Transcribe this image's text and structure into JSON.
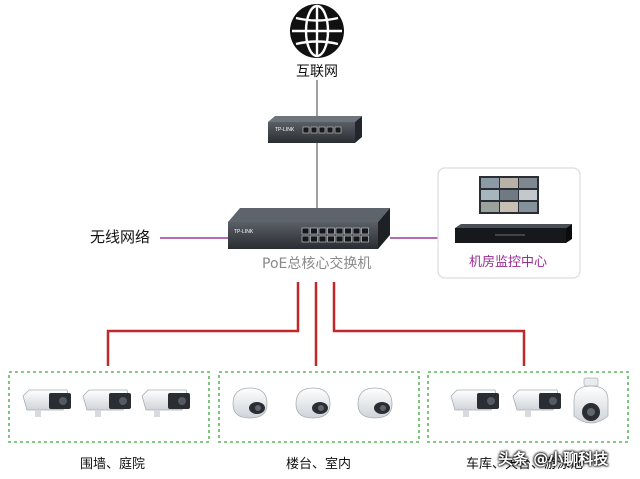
{
  "nodes": {
    "internet": {
      "label": "互联网",
      "icon": "globe-icon"
    },
    "router": {
      "brand": "TP-LINK",
      "icon": "router-icon"
    },
    "core_switch": {
      "label": "PoE总核心交换机",
      "brand": "TP-LINK",
      "icon": "switch-icon"
    },
    "wireless": {
      "label": "无线网络"
    },
    "control_center": {
      "label": "机房监控中心",
      "icon": "nvr-icon"
    }
  },
  "camera_groups": [
    {
      "label": "围墙、庭院",
      "cameras": [
        "bullet-camera-icon",
        "bullet-camera-icon",
        "bullet-camera-icon"
      ]
    },
    {
      "label": "楼台、室内",
      "cameras": [
        "dome-camera-icon",
        "dome-camera-icon",
        "dome-camera-icon"
      ]
    },
    {
      "label": "车库、天台、游泳池",
      "cameras": [
        "bullet-camera-icon",
        "bullet-camera-icon",
        "ptz-camera-icon"
      ]
    }
  ],
  "watermark": "头条 @小聊科技",
  "colors": {
    "uplink": "#a0a0a0",
    "wireless_link": "#b36bb3",
    "camera_link": "#c0282a",
    "group_border": "#5cb85c",
    "control_label": "#9b2c94"
  }
}
